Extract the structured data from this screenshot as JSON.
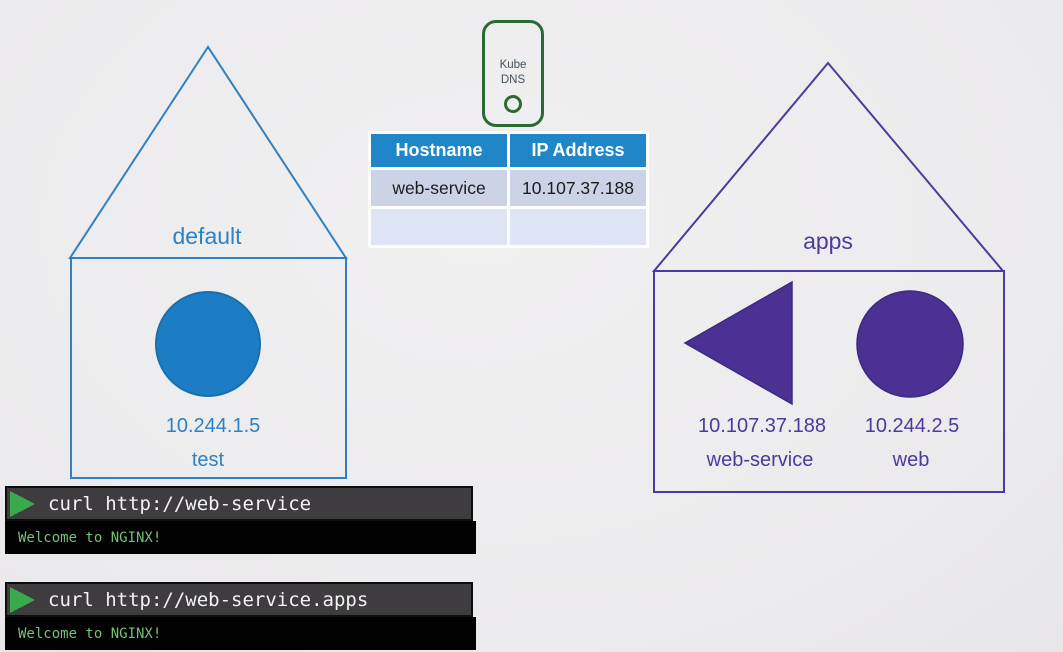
{
  "diagram": {
    "namespaces": {
      "default_ns": {
        "label": "default",
        "pod": {
          "ip": "10.244.1.5",
          "name": "test"
        }
      },
      "apps_ns": {
        "label": "apps",
        "service": {
          "ip": "10.107.37.188",
          "name": "web-service"
        },
        "pod": {
          "ip": "10.244.2.5",
          "name": "web"
        }
      }
    },
    "kube_dns": {
      "label": "Kube DNS"
    }
  },
  "dns_table": {
    "headers": [
      "Hostname",
      "IP Address"
    ],
    "rows": [
      [
        "web-service",
        "10.107.37.188"
      ],
      [
        "",
        ""
      ]
    ]
  },
  "terminals": [
    {
      "command": "curl http://web-service",
      "output": "Welcome to NGINX!"
    },
    {
      "command": "curl http://web-service.apps",
      "output": "Welcome to NGINX!"
    }
  ],
  "colors": {
    "blue_accent": "#2e81c4",
    "blue_fill": "#1d7dc4",
    "purple_accent": "#4c3a9d",
    "purple_fill": "#4a3193",
    "kube_green": "#2a6b31",
    "table_header_bg": "#1f86c8",
    "table_row1_bg": "#ccd3e7",
    "table_row2_bg": "#dee4f3",
    "terminal_header_bg": "#3e3c3f",
    "terminal_output_bg": "#020202",
    "play_green": "#3aa94e",
    "output_green": "#74c178"
  }
}
